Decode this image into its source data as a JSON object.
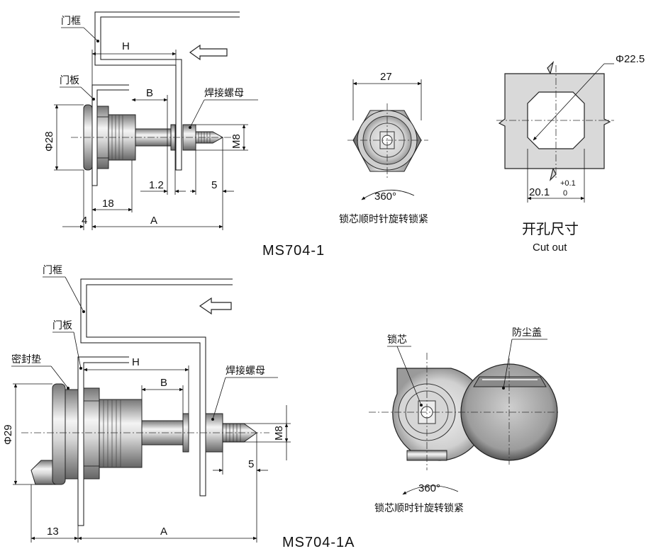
{
  "labels": {
    "door_frame": "门框",
    "door_panel": "门板",
    "weld_nut": "焊接螺母",
    "seal": "密封垫",
    "lock_core": "锁芯",
    "dust_cover": "防尘盖",
    "rotation": "锁芯顺时针旋转锁紧",
    "cutout_cn": "开孔尺寸",
    "cutout_en": "Cut out"
  },
  "models": {
    "top": "MS704-1",
    "bottom": "MS704-1A"
  },
  "dims_top": {
    "H": "H",
    "B": "B",
    "dia": "Φ28",
    "m8": "M8",
    "d12": "1.2",
    "d5": "5",
    "d18": "18",
    "d4": "4",
    "A": "A"
  },
  "dims_front": {
    "width": "27",
    "angle": "360°"
  },
  "dims_cutout": {
    "dia": "Φ22.5",
    "width": "20.1",
    "tol_upper": "+0.1",
    "tol_lower": "0"
  },
  "dims_bottom": {
    "H": "H",
    "B": "B",
    "dia": "Φ29",
    "m8": "M8",
    "d5": "5",
    "d13": "13",
    "A": "A",
    "angle": "360°"
  },
  "colors": {
    "line": "#111111",
    "metal_light": "#e8e8e8",
    "metal_mid": "#b5b5b5",
    "metal_dark": "#6e6e6e",
    "panel_fill": "#d9d9d9"
  }
}
